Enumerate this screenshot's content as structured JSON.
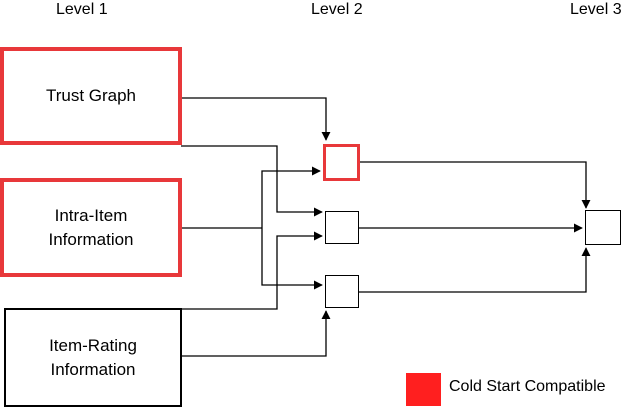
{
  "levels": {
    "level1": "Level 1",
    "level2": "Level 2",
    "level3": "Level 3"
  },
  "sources": {
    "trust_graph": "Trust Graph",
    "intra_item_line1": "Intra-Item",
    "intra_item_line2": "Information",
    "item_rating_line1": "Item-Rating",
    "item_rating_line2": "Information"
  },
  "legend": {
    "label": "Cold Start Compatible",
    "color": "#ff1f1f"
  },
  "colors": {
    "cold_start_border": "#e8383a",
    "line": "#000000"
  }
}
